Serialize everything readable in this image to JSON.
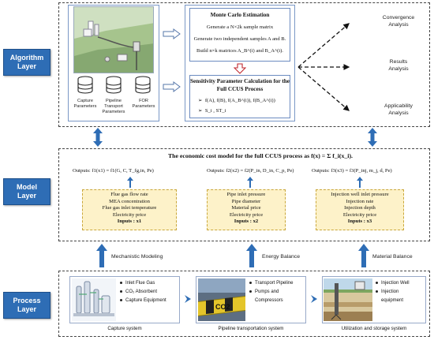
{
  "layers": {
    "algorithm": [
      "Algorithm",
      "Layer"
    ],
    "model": [
      "Model",
      "Layer"
    ],
    "process": [
      "Process",
      "Layer"
    ]
  },
  "algorithm": {
    "param_labels": [
      "Capture\nParameters",
      "Pipeline\nTransport\nParameters",
      "FOR\nParameters"
    ],
    "monte_carlo": {
      "title": "Monte Carlo Estimation",
      "lines": [
        "Generate a N×2k sample matrix",
        "Generate two independent samples A and B.",
        "Build n×k matrices A_B^(i) and B_A^(i)."
      ]
    },
    "sensitivity": {
      "title_1": "Sensitivity Parameter Calculation for the",
      "title_2": "Full CCUS Process",
      "bullet_1": "f(A), f(B), f(A_B^(i)), f(B_A^(i))",
      "bullet_2": "S_i , ST_i"
    },
    "outputs": [
      [
        "Convergence",
        "Analysis"
      ],
      [
        "Results",
        "Analysis"
      ],
      [
        "Applicability",
        "Analysis"
      ]
    ]
  },
  "model": {
    "title": "The economic cost model for the full CCUS process as f(x) = Σ f_i(x_i).",
    "outputs": [
      "Outputs: f1(x1) = f1(G, C, T_fg,in, Pe)",
      "Outputs: f2(x2) = f2(P_in, D_in, C_p, Pe)",
      "Outputs: f3(x3) = f3(P_inj, m_j, d, Pe)"
    ],
    "inputs": [
      [
        "Flue gas flow rate",
        "MEA concentration",
        "Flue gas inlet temperature",
        "Electricity price",
        "Inputs : x1"
      ],
      [
        "Pipe inlet pressure",
        "Pipe diameter",
        "Material price",
        "Electricity price",
        "Inputs : x2"
      ],
      [
        "Injection well inlet pressure",
        "Injection rate",
        "Injection depth",
        "Electricity price",
        "Inputs : x3"
      ]
    ]
  },
  "arrows": [
    "Mechanistic Modeling",
    "Energy Balance",
    "Material Balance"
  ],
  "process": {
    "capture": {
      "items": [
        "Inlet Flue Gas",
        "CO₂ Absorbent",
        "Capture Equipment"
      ],
      "caption": "Capture system"
    },
    "pipeline": {
      "items": [
        "Transport Pipeline",
        "Pumps and",
        "Compressors"
      ],
      "caption": "Pipeline transportation system",
      "pipe_text": "CO2"
    },
    "storage": {
      "items": [
        "Injection Well",
        "Injection",
        "equipment"
      ],
      "caption": "Utilization and storage system"
    }
  },
  "colors": {
    "layer_blue": "#2e6db5",
    "input_fill": "#fdf2c9",
    "input_border": "#c9a73b",
    "arrow_blue": "#2e6db5",
    "red_arrow": "#c0272d"
  }
}
